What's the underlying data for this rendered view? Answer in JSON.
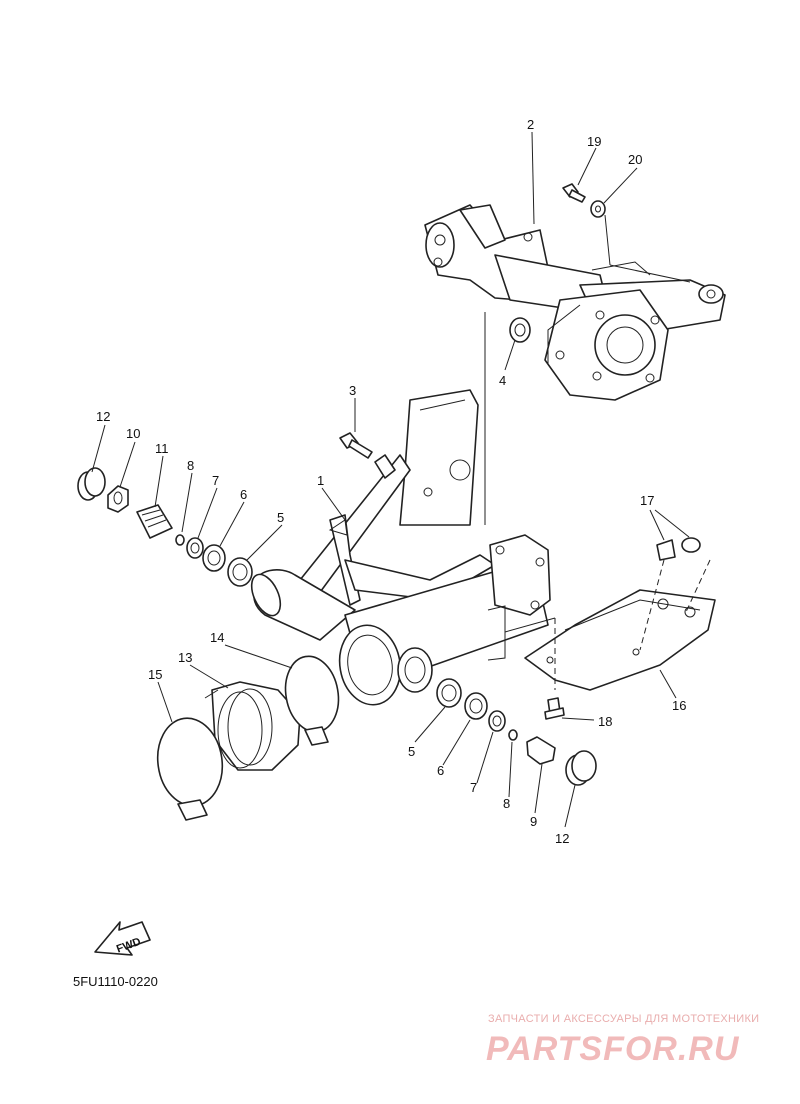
{
  "diagram_code": "5FU1110-0220",
  "fwd_label": "FWD",
  "watermark": {
    "tagline": "ЗАПЧАСТИ И АКСЕССУАРЫ ДЛЯ МОТОТЕХНИКИ",
    "logo": "PARTSFOR.RU"
  },
  "callouts": {
    "c1": "1",
    "c2": "2",
    "c3": "3",
    "c4": "4",
    "c5a": "5",
    "c5b": "5",
    "c6a": "6",
    "c6b": "6",
    "c7a": "7",
    "c7b": "7",
    "c8a": "8",
    "c8b": "8",
    "c9": "9",
    "c10": "10",
    "c11": "11",
    "c12a": "12",
    "c12b": "12",
    "c13": "13",
    "c14": "14",
    "c15": "15",
    "c16": "16",
    "c17": "17",
    "c18": "18",
    "c19": "19",
    "c20": "20"
  }
}
